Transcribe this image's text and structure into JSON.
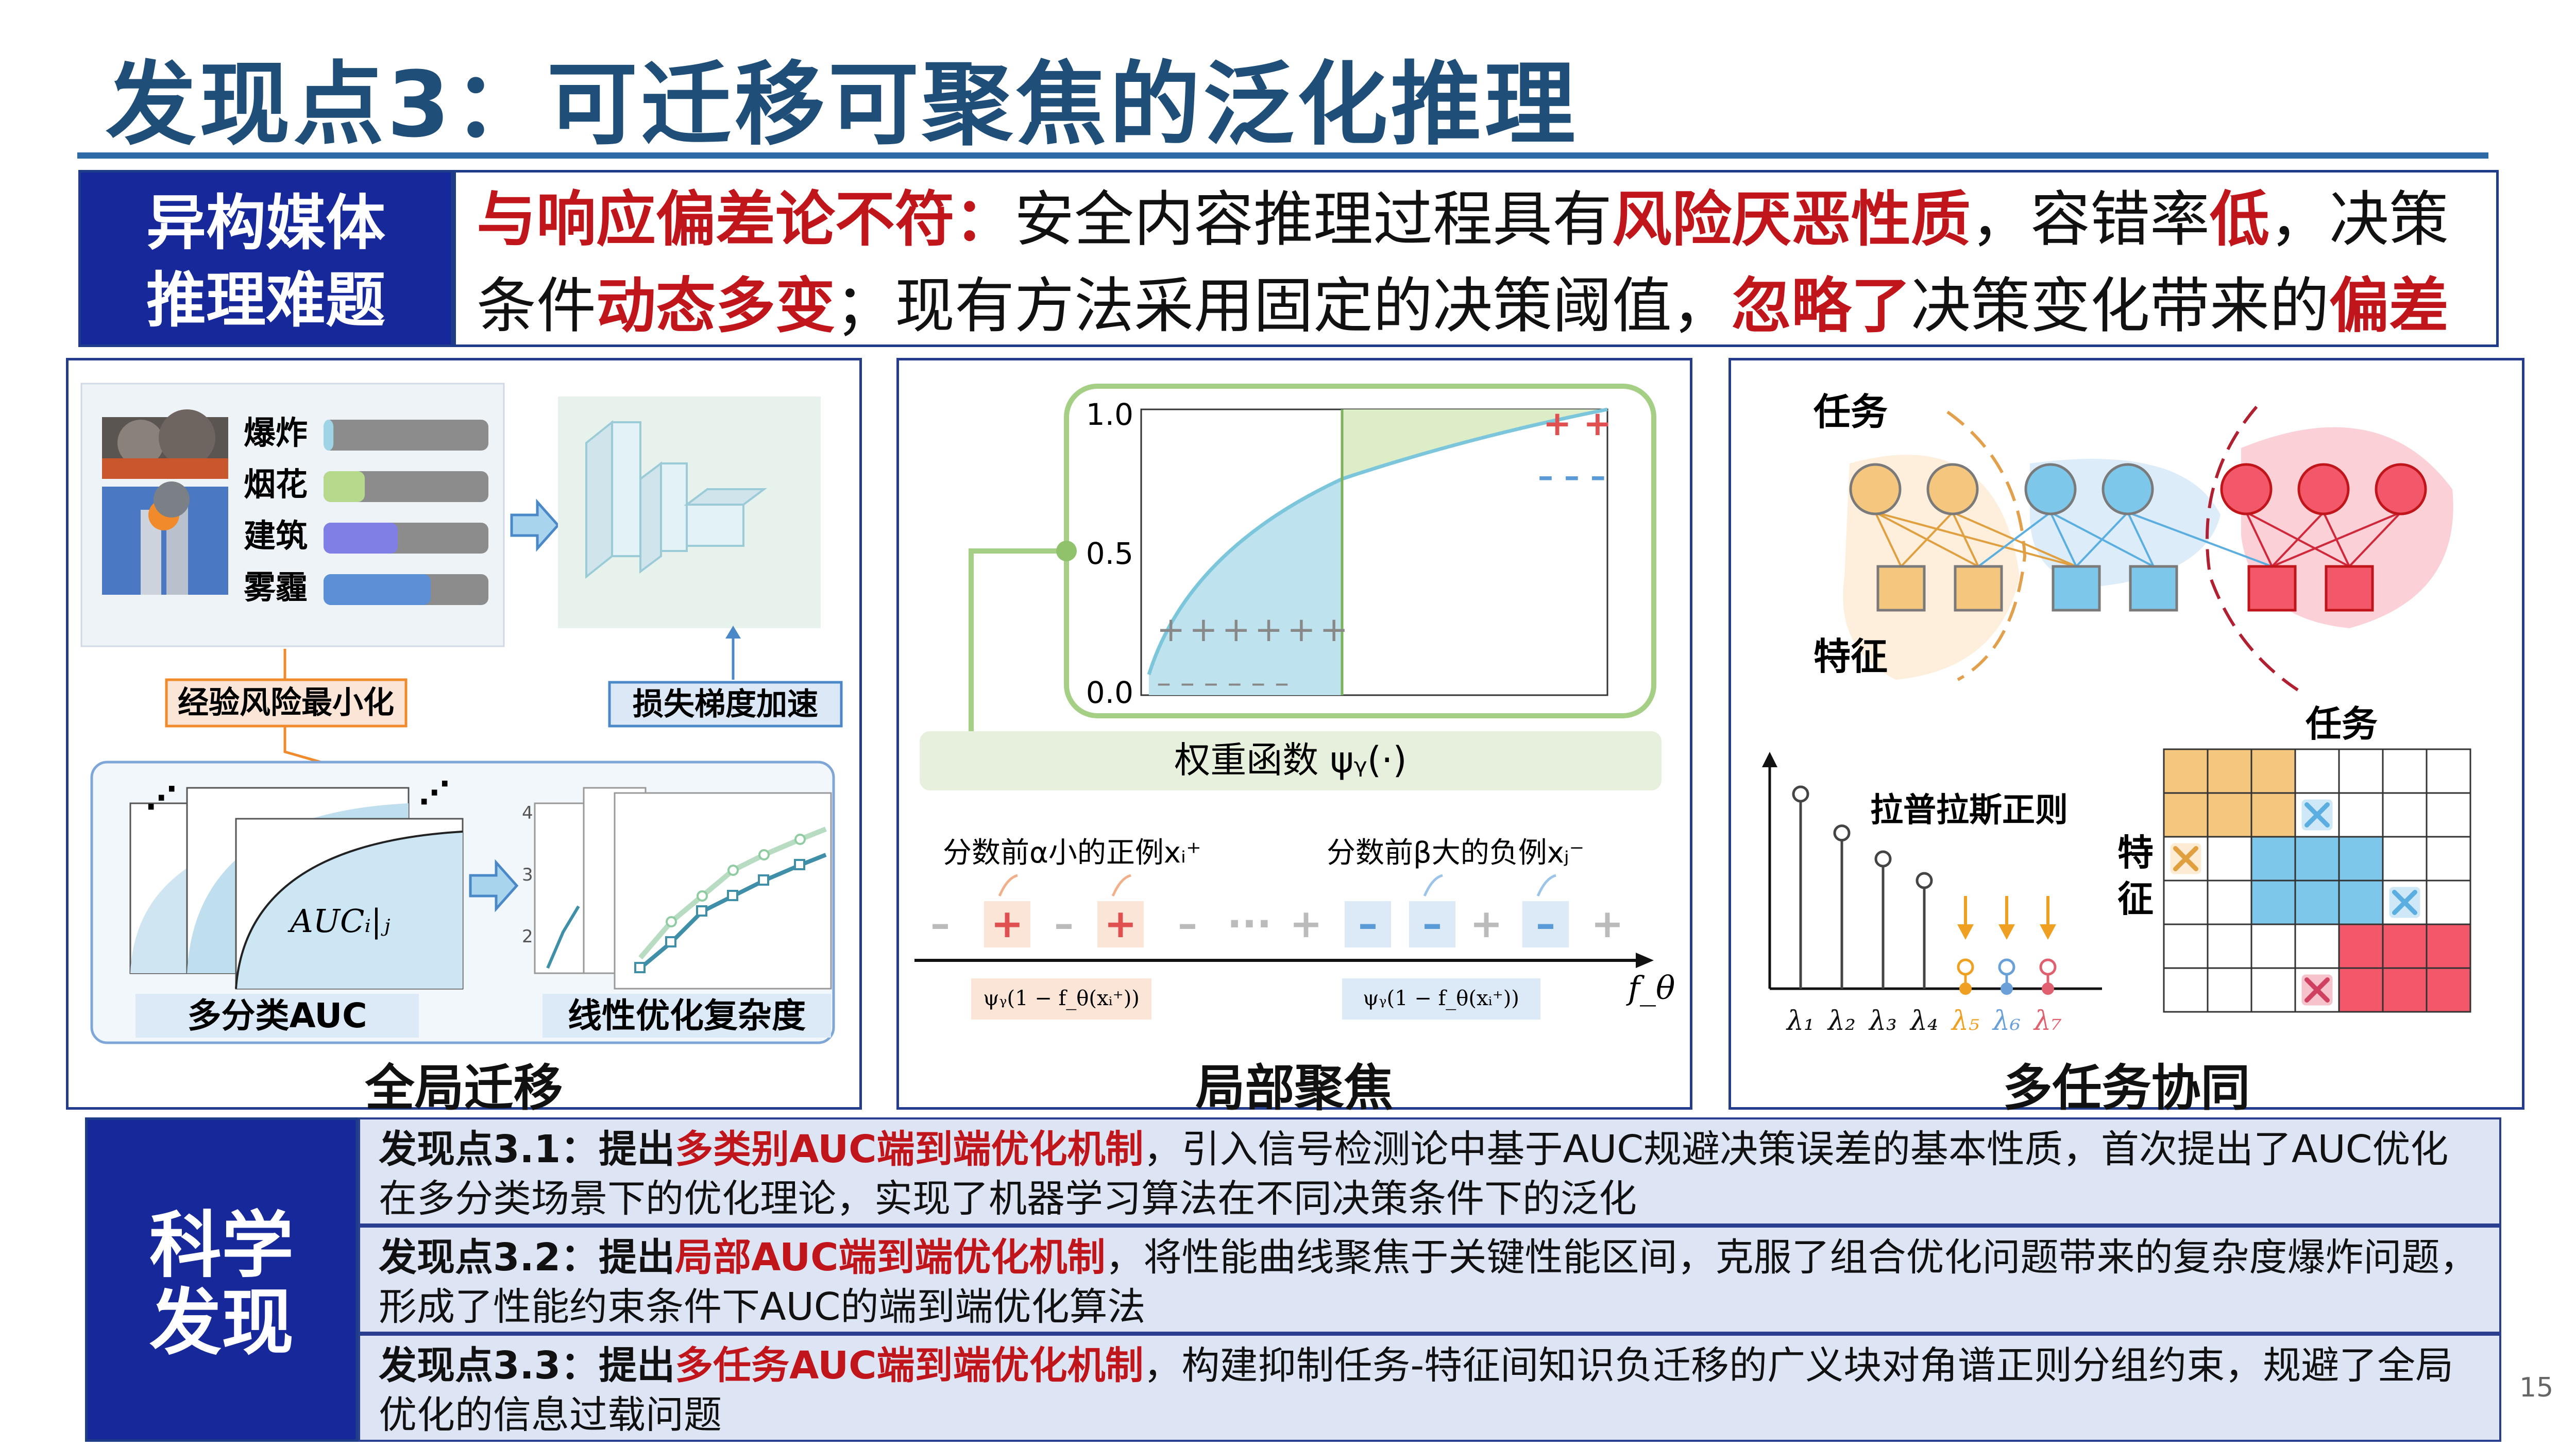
{
  "page": {
    "title": "发现点3：可迁移可聚焦的泛化推理",
    "page_number": "15"
  },
  "problem": {
    "label_line1": "异构媒体",
    "label_line2": "推理难题",
    "t1": "与响应偏差论不符：",
    "t2": "安全内容推理过程具有",
    "t3": "风险厌恶性质",
    "t4": "，容错率",
    "t5": "低",
    "t6": "，决策条件",
    "t7": "动态多变",
    "t8": "；现有方法采用固定的决策阈值，",
    "t9": "忽略了",
    "t10": "决策变化带来的",
    "t11": "偏差"
  },
  "panels": {
    "global": {
      "label": "全局迁移",
      "categories": [
        "爆炸",
        "烟花",
        "建筑",
        "雾霾"
      ],
      "bar_fills": [
        0.06,
        0.25,
        0.45,
        0.65
      ],
      "bar_colors": [
        "#9fd3e6",
        "#b7d98b",
        "#7f7fe6",
        "#5b8fd6"
      ],
      "tag_left": "经验风险最小化",
      "tag_right": "损失梯度加速",
      "auc_formula": "AUCᵢ|ⱼ",
      "sub_left": "多分类AUC",
      "sub_right": "线性优化复杂度",
      "mini_ticks": [
        "4",
        "3",
        "2"
      ]
    },
    "local": {
      "label": "局部聚焦",
      "y_ticks": [
        "1.0",
        "0.5",
        "0.0"
      ],
      "plus_row": "++++++",
      "minus_row": "– – – – – –",
      "top_plus": "+ +",
      "top_minus": "– – –",
      "weight_fn": "权重函数 ψᵧ(·)",
      "pos_caption": "分数前α小的正例xᵢ⁺",
      "neg_caption": "分数前β大的负例xⱼ⁻",
      "formula_pos": "ψᵧ(1 − f_θ(xᵢ⁺))",
      "formula_neg": "ψᵧ(1 − f_θ(xᵢ⁺))",
      "axis_label": "f_θ",
      "seq_ellipsis": "···"
    },
    "multitask": {
      "label": "多任务协同",
      "task": "任务",
      "feature": "特征",
      "laplace": "拉普拉斯正则",
      "matrix_task": "任务",
      "matrix_feature_1": "特",
      "matrix_feature_2": "征",
      "lambdas": [
        "λ₁",
        "λ₂",
        "λ₃",
        "λ₄",
        "λ₅",
        "λ₆",
        "λ₇"
      ],
      "lambda_values": [
        0.9,
        0.72,
        0.6,
        0.5,
        0.1,
        0.1,
        0.1
      ],
      "colors": {
        "orange": "#f5c77e",
        "blue": "#7cc7ea",
        "red": "#f2586a"
      }
    }
  },
  "findings": {
    "label_line1": "科学",
    "label_line2": "发现",
    "f1_head": "发现点3.1：提出",
    "f1_red": "多类别AUC端到端优化机制",
    "f1_text": "，引入信号检测论中基于AUC规避决策误差的基本性质，首次提出了AUC优化在多分类场景下的优化理论，实现了机器学习算法在不同决策条件下的泛化",
    "f2_head": "发现点3.2：提出",
    "f2_red": "局部AUC端到端优化机制",
    "f2_text": "，将性能曲线聚焦于关键性能区间，克服了组合优化问题带来的复杂度爆炸问题，形成了性能约束条件下AUC的端到端优化算法",
    "f3_head": "发现点3.3：提出",
    "f3_red": "多任务AUC端到端优化机制",
    "f3_text": "，构建抑制任务-特征间知识负迁移的广义块对角谱正则分组约束，规避了全局优化的信息过载问题"
  }
}
